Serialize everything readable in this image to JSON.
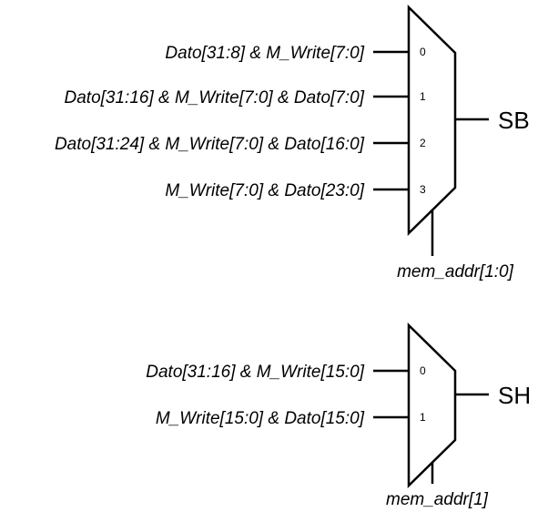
{
  "mux_sb": {
    "inputs": [
      {
        "label": "Dato[31:8] &  M_Write[7:0]",
        "pin": "0"
      },
      {
        "label": "Dato[31:16] &  M_Write[7:0] & Dato[7:0]",
        "pin": "1"
      },
      {
        "label": "Dato[31:24] &  M_Write[7:0] & Dato[16:0]",
        "pin": "2"
      },
      {
        "label": "M_Write[7:0] & Dato[23:0]",
        "pin": "3"
      }
    ],
    "output": "SB",
    "select": "mem_addr[1:0]"
  },
  "mux_sh": {
    "inputs": [
      {
        "label": "Dato[31:16] & M_Write[15:0]",
        "pin": "0"
      },
      {
        "label": "M_Write[15:0] & Dato[15:0]",
        "pin": "1"
      }
    ],
    "output": "SH",
    "select": "mem_addr[1]"
  }
}
